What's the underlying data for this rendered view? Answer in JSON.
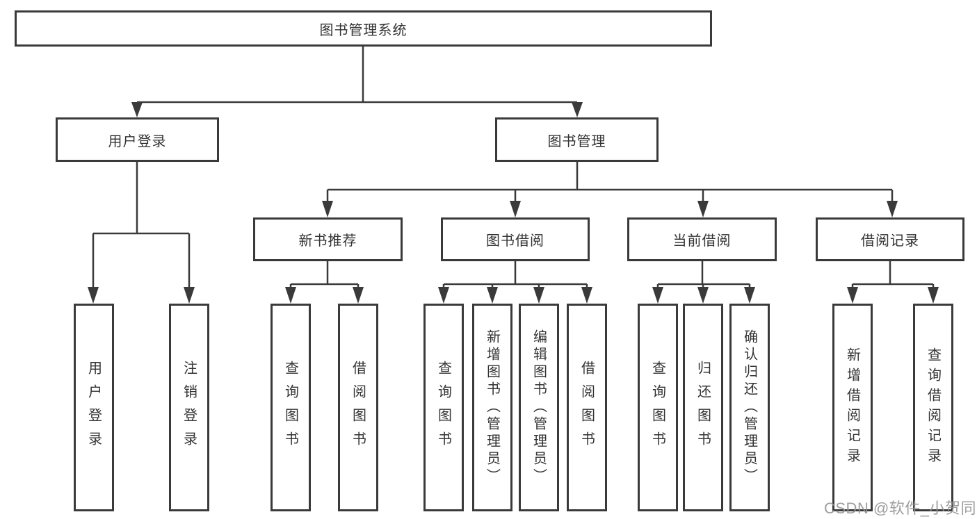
{
  "diagram_type": "hierarchical-function-tree",
  "tree": {
    "root": {
      "label": "图书管理系统"
    },
    "children": [
      {
        "label": "用户登录",
        "children": [
          {
            "label": "用户登录"
          },
          {
            "label": "注销登录"
          }
        ]
      },
      {
        "label": "图书管理",
        "children": [
          {
            "label": "新书推荐",
            "children": [
              {
                "label": "查询图书"
              },
              {
                "label": "借阅图书"
              }
            ]
          },
          {
            "label": "图书借阅",
            "children": [
              {
                "label": "查询图书"
              },
              {
                "label": "新增图书（管理员）"
              },
              {
                "label": "编辑图书（管理员）"
              },
              {
                "label": "借阅图书"
              }
            ]
          },
          {
            "label": "当前借阅",
            "children": [
              {
                "label": "查询图书"
              },
              {
                "label": "归还图书"
              },
              {
                "label": "确认归还（管理员）"
              }
            ]
          },
          {
            "label": "借阅记录",
            "children": [
              {
                "label": "新增借阅记录"
              },
              {
                "label": "查询借阅记录"
              }
            ]
          }
        ]
      }
    ]
  },
  "watermark": {
    "text": "CSDN @软件_小贺同学"
  },
  "colors": {
    "line": "#3a3a3a",
    "box_border": "#3a3a3a",
    "text": "#333333",
    "background": "#ffffff",
    "watermark": "#949494"
  }
}
